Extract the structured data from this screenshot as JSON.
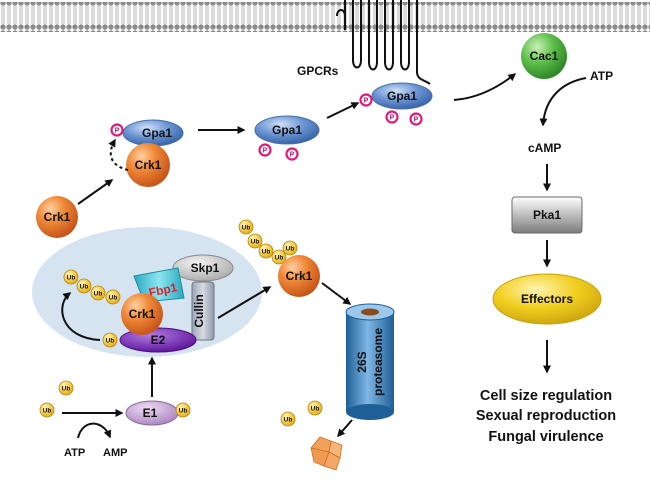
{
  "labels": {
    "gpcrs": "GPCRs",
    "gpa1": "Gpa1",
    "crk1": "Crk1",
    "cac1": "Cac1",
    "atp": "ATP",
    "camp": "cAMP",
    "pka1": "Pka1",
    "effectors": "Effectors",
    "skp1": "Skp1",
    "fbp1": "Fbp1",
    "cullin": "Cullin",
    "e2": "E2",
    "e1": "E1",
    "ub": "Ub",
    "p": "P",
    "amp": "AMP",
    "proteasome_26s": "26S",
    "proteasome": "proteasome"
  },
  "outcomes": [
    "Cell size regulation",
    "Sexual reproduction",
    "Fungal virulence"
  ],
  "colors": {
    "membrane": "#7a7a7a",
    "complex_bg": "#d6e3f1",
    "gpa1": "#5b86c9",
    "crk1": "#f08a3a",
    "cac1": "#5fbf4a",
    "effectors": "#f1cf1f",
    "phospho_ring": "#e0197d",
    "ubiquitin": "#f3c72a",
    "e2": "#7b22c2",
    "e1": "#c7a3d6",
    "fbp1": "#44c8d8",
    "fbp1_text": "#e01e2e",
    "proteasome": "#2f7fbf"
  }
}
